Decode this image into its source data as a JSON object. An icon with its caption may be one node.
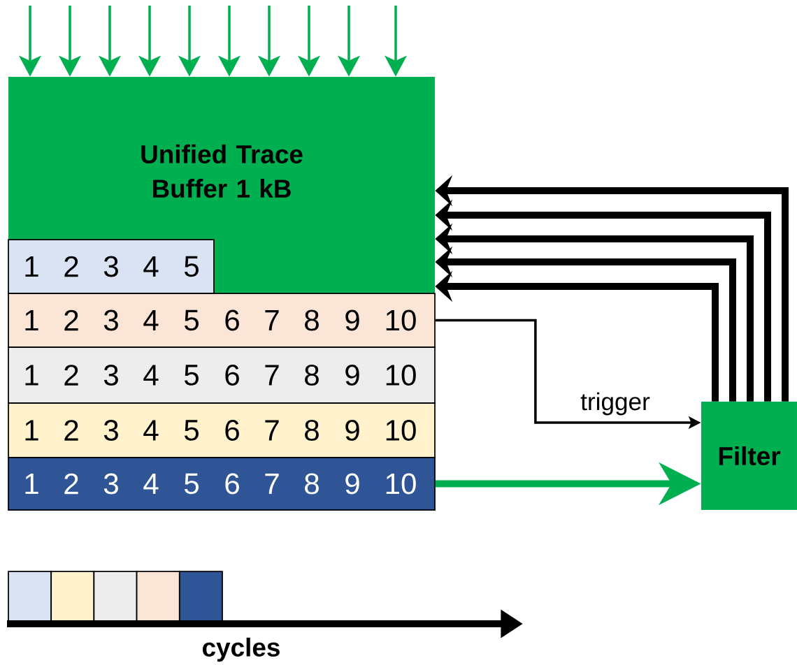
{
  "diagram": {
    "nodes": [
      {
        "text": [
          "Unified Trace Buffer 1 kB"
        ]
      },
      {
        "text": [
          "1",
          "2",
          "3",
          "4",
          "5"
        ],
        "in": 0
      },
      {
        "text": [
          "1",
          "2",
          "3",
          "4",
          "5",
          "6",
          "7",
          "8",
          "9",
          "10"
        ]
      },
      {
        "text": [
          "1",
          "2",
          "3",
          "4",
          "5",
          "6",
          "7",
          "8",
          "9",
          "10"
        ]
      },
      {
        "text": [
          "1",
          "2",
          "3",
          "4",
          "5",
          "6",
          "7",
          "8",
          "9",
          "10"
        ]
      },
      {
        "text": [
          "1",
          "2",
          "3",
          "4",
          "5",
          "6",
          "7",
          "8",
          "9",
          "10"
        ]
      },
      {
        "text": [
          "Filter"
        ]
      }
    ],
    "edges": [
      {
        "from": null,
        "to": 0,
        "arrow": "to"
      },
      {
        "from": null,
        "to": 0,
        "arrow": "to"
      },
      {
        "from": null,
        "to": 0,
        "arrow": "to"
      },
      {
        "from": null,
        "to": 0,
        "arrow": "to"
      },
      {
        "from": null,
        "to": 0,
        "arrow": "to"
      },
      {
        "from": null,
        "to": 0,
        "arrow": "to"
      },
      {
        "from": null,
        "to": 0,
        "arrow": "to"
      },
      {
        "from": null,
        "to": 0,
        "arrow": "to"
      },
      {
        "from": null,
        "to": 0,
        "arrow": "to"
      },
      {
        "from": null,
        "to": 0,
        "arrow": "to"
      },
      {
        "from": 6,
        "to": 0,
        "arrow": "to",
        "style": "thick",
        "color": "#000000"
      },
      {
        "from": 6,
        "to": 0,
        "arrow": "to",
        "style": "thick",
        "color": "#000000"
      },
      {
        "from": 6,
        "to": 0,
        "arrow": "to",
        "style": "thick",
        "color": "#000000"
      },
      {
        "from": 6,
        "to": 0,
        "arrow": "to",
        "style": "thick",
        "color": "#000000"
      },
      {
        "from": 6,
        "to": 0,
        "arrow": "to",
        "style": "thick",
        "color": "#000000"
      },
      {
        "from": 2,
        "to": 6,
        "arrow": "to",
        "label": "trigger",
        "color": "#000000"
      },
      {
        "from": 5,
        "to": 6,
        "arrow": "to",
        "style": "thick"
      }
    ],
    "labels": [
      "cycles"
    ]
  }
}
